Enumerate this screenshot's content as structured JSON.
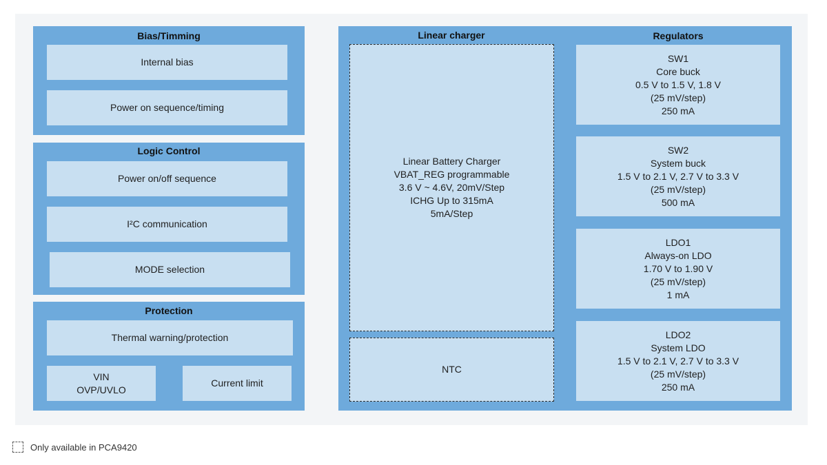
{
  "panels": {
    "bias": {
      "title": "Bias/Timming",
      "items": [
        "Internal bias",
        "Power on sequence/timing"
      ]
    },
    "logic": {
      "title": "Logic Control",
      "items": [
        "Power on/off sequence",
        "I²C communication",
        "MODE selection"
      ]
    },
    "protection": {
      "title": "Protection",
      "items": [
        "Thermal warning/protection",
        "VIN\nOVP/UVLO",
        "Current limit"
      ]
    },
    "charger": {
      "title": "Linear charger",
      "main": "Linear Battery Charger\nVBAT_REG programmable\n3.6 V ~ 4.6V, 20mV/Step\nICHG Up to 315mA\n5mA/Step",
      "ntc": "NTC"
    },
    "regulators": {
      "title": "Regulators",
      "items": [
        "SW1\nCore buck\n0.5 V to 1.5 V, 1.8 V\n(25 mV/step)\n250 mA",
        "SW2\nSystem buck\n1.5 V to 2.1 V, 2.7 V to 3.3 V\n(25 mV/step)\n500 mA",
        "LDO1\nAlways-on LDO\n1.70 V to 1.90 V\n(25 mV/step)\n1 mA",
        "LDO2\nSystem LDO\n1.5 V to 2.1 V, 2.7 V to 3.3 V\n(25 mV/step)\n250 mA"
      ]
    }
  },
  "legend": {
    "text": "Only available in PCA9420"
  },
  "colors": {
    "panel": "#6eaadc",
    "box": "#c8dff1",
    "background": "#f3f5f7"
  }
}
